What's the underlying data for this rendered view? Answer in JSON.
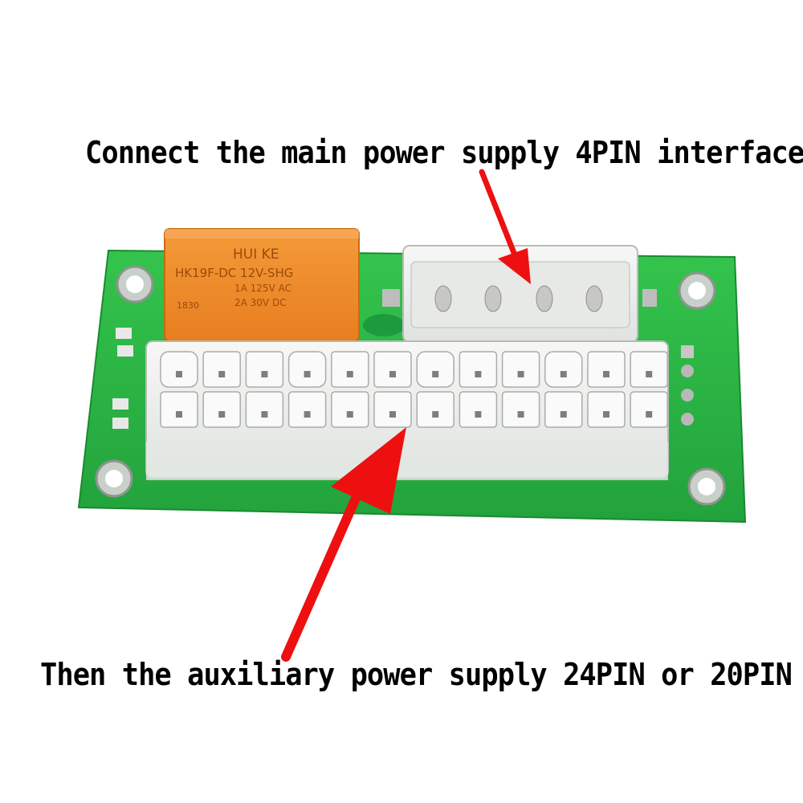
{
  "captions": {
    "top": "Connect the main power supply 4PIN interface",
    "bottom": "Then the auxiliary power supply 24PIN or 20PIN"
  },
  "relay": {
    "brand": "HUI KE",
    "line1": "HK19F-DC 12V-SHG",
    "line2": "1A 125V AC",
    "line3": "2A 30V DC",
    "code": "1830"
  },
  "colors": {
    "board": "#2bb545",
    "relay": "#f08a2a",
    "connector": "#eef0ee",
    "arrow": "#ee1010"
  }
}
